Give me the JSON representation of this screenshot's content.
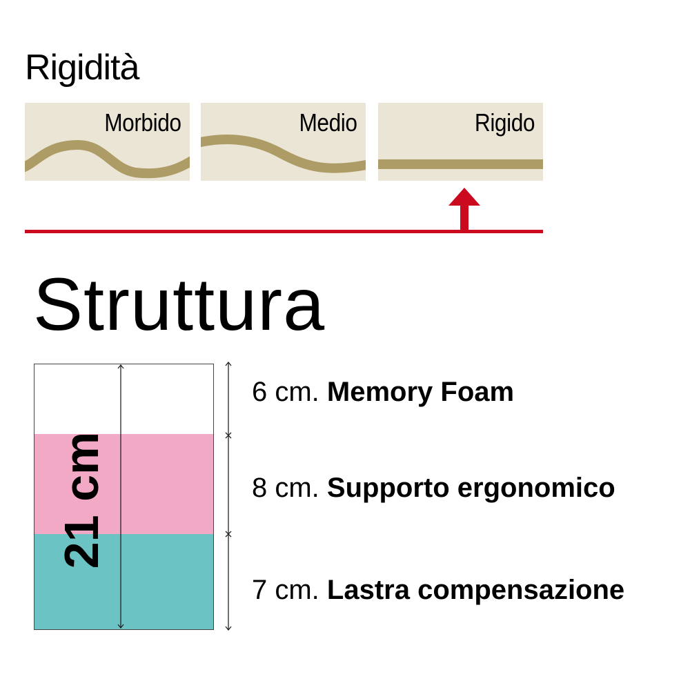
{
  "rigidity": {
    "title": "Rigidità",
    "levels": [
      {
        "label": "Morbido"
      },
      {
        "label": "Medio"
      },
      {
        "label": "Rigido"
      }
    ],
    "selected": "Rigido",
    "colors": {
      "panel": "#ebe5d6",
      "wave": "#ae9c66",
      "indicator": "#cc0a1f"
    }
  },
  "structure": {
    "title": "Struttura",
    "total_label": "21 cm",
    "layers": [
      {
        "thickness": "6 cm.",
        "name": "Memory Foam",
        "color": "#ffffff",
        "cm": 6
      },
      {
        "thickness": "8 cm.",
        "name": "Supporto ergonomico",
        "color": "#f1a9c6",
        "cm": 8
      },
      {
        "thickness": "7 cm.",
        "name": "Lastra compensazione",
        "color": "#6cc3c3",
        "cm": 7
      }
    ]
  }
}
